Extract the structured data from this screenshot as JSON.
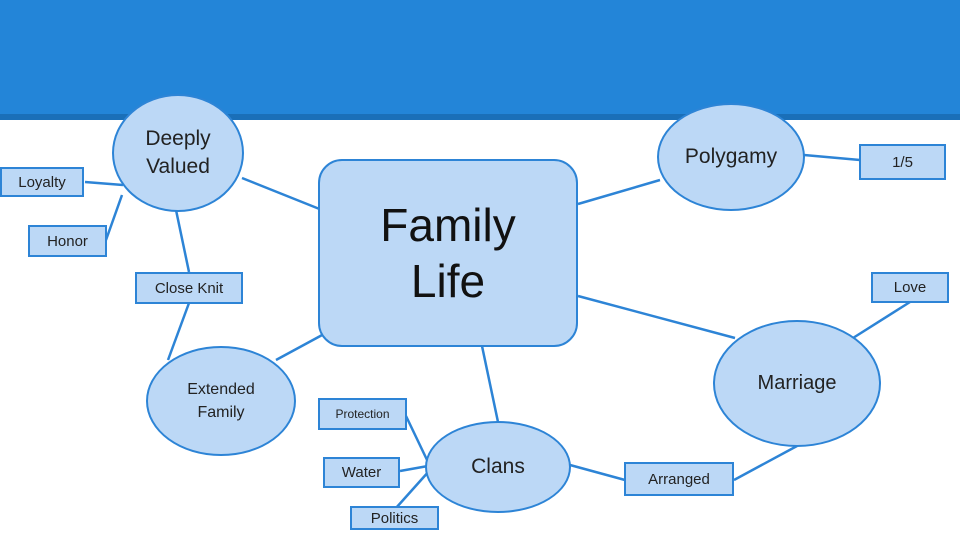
{
  "header": {
    "color": "#2385d8"
  },
  "center": {
    "label": "Family\nLife"
  },
  "hubs": {
    "deeply_valued": "Deeply\nValued",
    "polygamy": "Polygamy",
    "extended_family": "Extended\nFamily",
    "clans": "Clans",
    "marriage": "Marriage"
  },
  "leaves": {
    "loyalty": "Loyalty",
    "honor": "Honor",
    "close_knit": "Close Knit",
    "one_fifth": "1/5",
    "love": "Love",
    "protection": "Protection",
    "water": "Water",
    "politics": "Politics",
    "arranged": "Arranged"
  },
  "colors": {
    "node_fill": "#bcd8f6",
    "node_border": "#2d84d6",
    "link": "#2d84d6"
  }
}
